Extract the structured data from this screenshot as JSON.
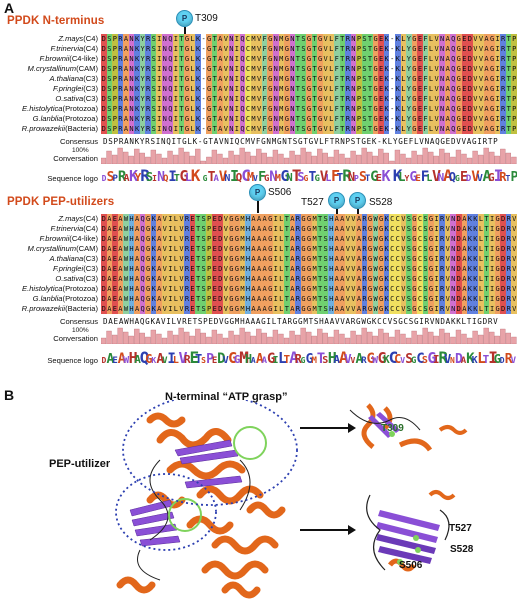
{
  "panelA": "A",
  "panelB": "B",
  "section1": {
    "title": "PPDK N-terminus",
    "site": {
      "p": "P",
      "label": "T309"
    },
    "species": [
      {
        "name": "Z.mays",
        "rest": "(C4)"
      },
      {
        "name": "F.trinervia",
        "rest": "(C4)"
      },
      {
        "name": "F.brownii",
        "rest": "(C4-like)"
      },
      {
        "name": "M.crystallinum",
        "rest": "(CAM)"
      },
      {
        "name": "A.thaliana",
        "rest": "(C3)"
      },
      {
        "name": "F.pringlei",
        "rest": "(C3)"
      },
      {
        "name": "O.sativa",
        "rest": "(C3)"
      },
      {
        "name": "E.histolytica",
        "rest": "(Protozoa)"
      },
      {
        "name": "G.lanblia",
        "rest": "(Protozoa)"
      },
      {
        "name": "R.prowazekii",
        "rest": "(Bacteria)"
      }
    ],
    "consensus_label": "Consensus",
    "consensus": "DSPRANKYRSINQITGLK-GTAVNIQCMVFGNMGNTSGTGVLFTRNPSTGEK-KLYGEFLVNAQGEDVVAGIRTP",
    "pct_label": "100%",
    "conservation_label": "Conversation",
    "logo_label": "Sequence logo",
    "logo": "DSPRAKYRSINQITGLK GTAVNIQCMVFGNMGNTSGTGVLFTRNPSTGEK KLYGEFLVNAQGEDVVAGIRTP"
  },
  "section2": {
    "title": "PPDK PEP-utilizers",
    "sites": [
      {
        "p": "P",
        "label": "S506"
      },
      {
        "p": "P",
        "label": "T527"
      },
      {
        "p": "P",
        "label": "S528"
      }
    ],
    "species": [
      {
        "name": "Z.mays",
        "rest": "(C4)"
      },
      {
        "name": "F.trinervia",
        "rest": "(C4)"
      },
      {
        "name": "F.brownii",
        "rest": "(C4-like)"
      },
      {
        "name": "M.crystallinum",
        "rest": "(CAM)"
      },
      {
        "name": "A.thaliana",
        "rest": "(C3)"
      },
      {
        "name": "F.pringlei",
        "rest": "(C3)"
      },
      {
        "name": "O.sativa",
        "rest": "(C3)"
      },
      {
        "name": "E.histolytica",
        "rest": "(Protozoa)"
      },
      {
        "name": "G.lanblia",
        "rest": "(Protozoa)"
      },
      {
        "name": "R.prowazekii",
        "rest": "(Bacteria)"
      }
    ],
    "consensus_label": "Consensus",
    "consensus": "DAEAWHAQGKAVILVRETSPEDVGGMHAAAGILTARGGMTSHAAVVARGWGKCCVSGCSGIRVNDAKKLTIGDRV",
    "pct_label": "100%",
    "conservation_label": "Conversation",
    "logo_label": "Sequence logo",
    "logo": "DAEAWHAQGKAVILVRETSPEDVGGMHAAAGILTARGGMTSHAAVVARGWGKCCVSGCSGIRVNDAKKLTIGDRV"
  },
  "structure": {
    "n_terminal_label": "N-terminal “ATP grasp”",
    "pep_label": "PEP-utilizer",
    "zoom1_site": "T309",
    "zoom2_sites": [
      "T527",
      "S528",
      "S506"
    ]
  },
  "colors": {
    "title_red": "#d24a1b",
    "phospho_ball": "#5fd1f2",
    "conservation_bar": "#e8a3a8",
    "helix_orange": "#e2671b",
    "sheet_purple": "#8a4fd6",
    "ellipse_blue": "#2c3fb0",
    "highlight_green": "#7fd35c"
  }
}
